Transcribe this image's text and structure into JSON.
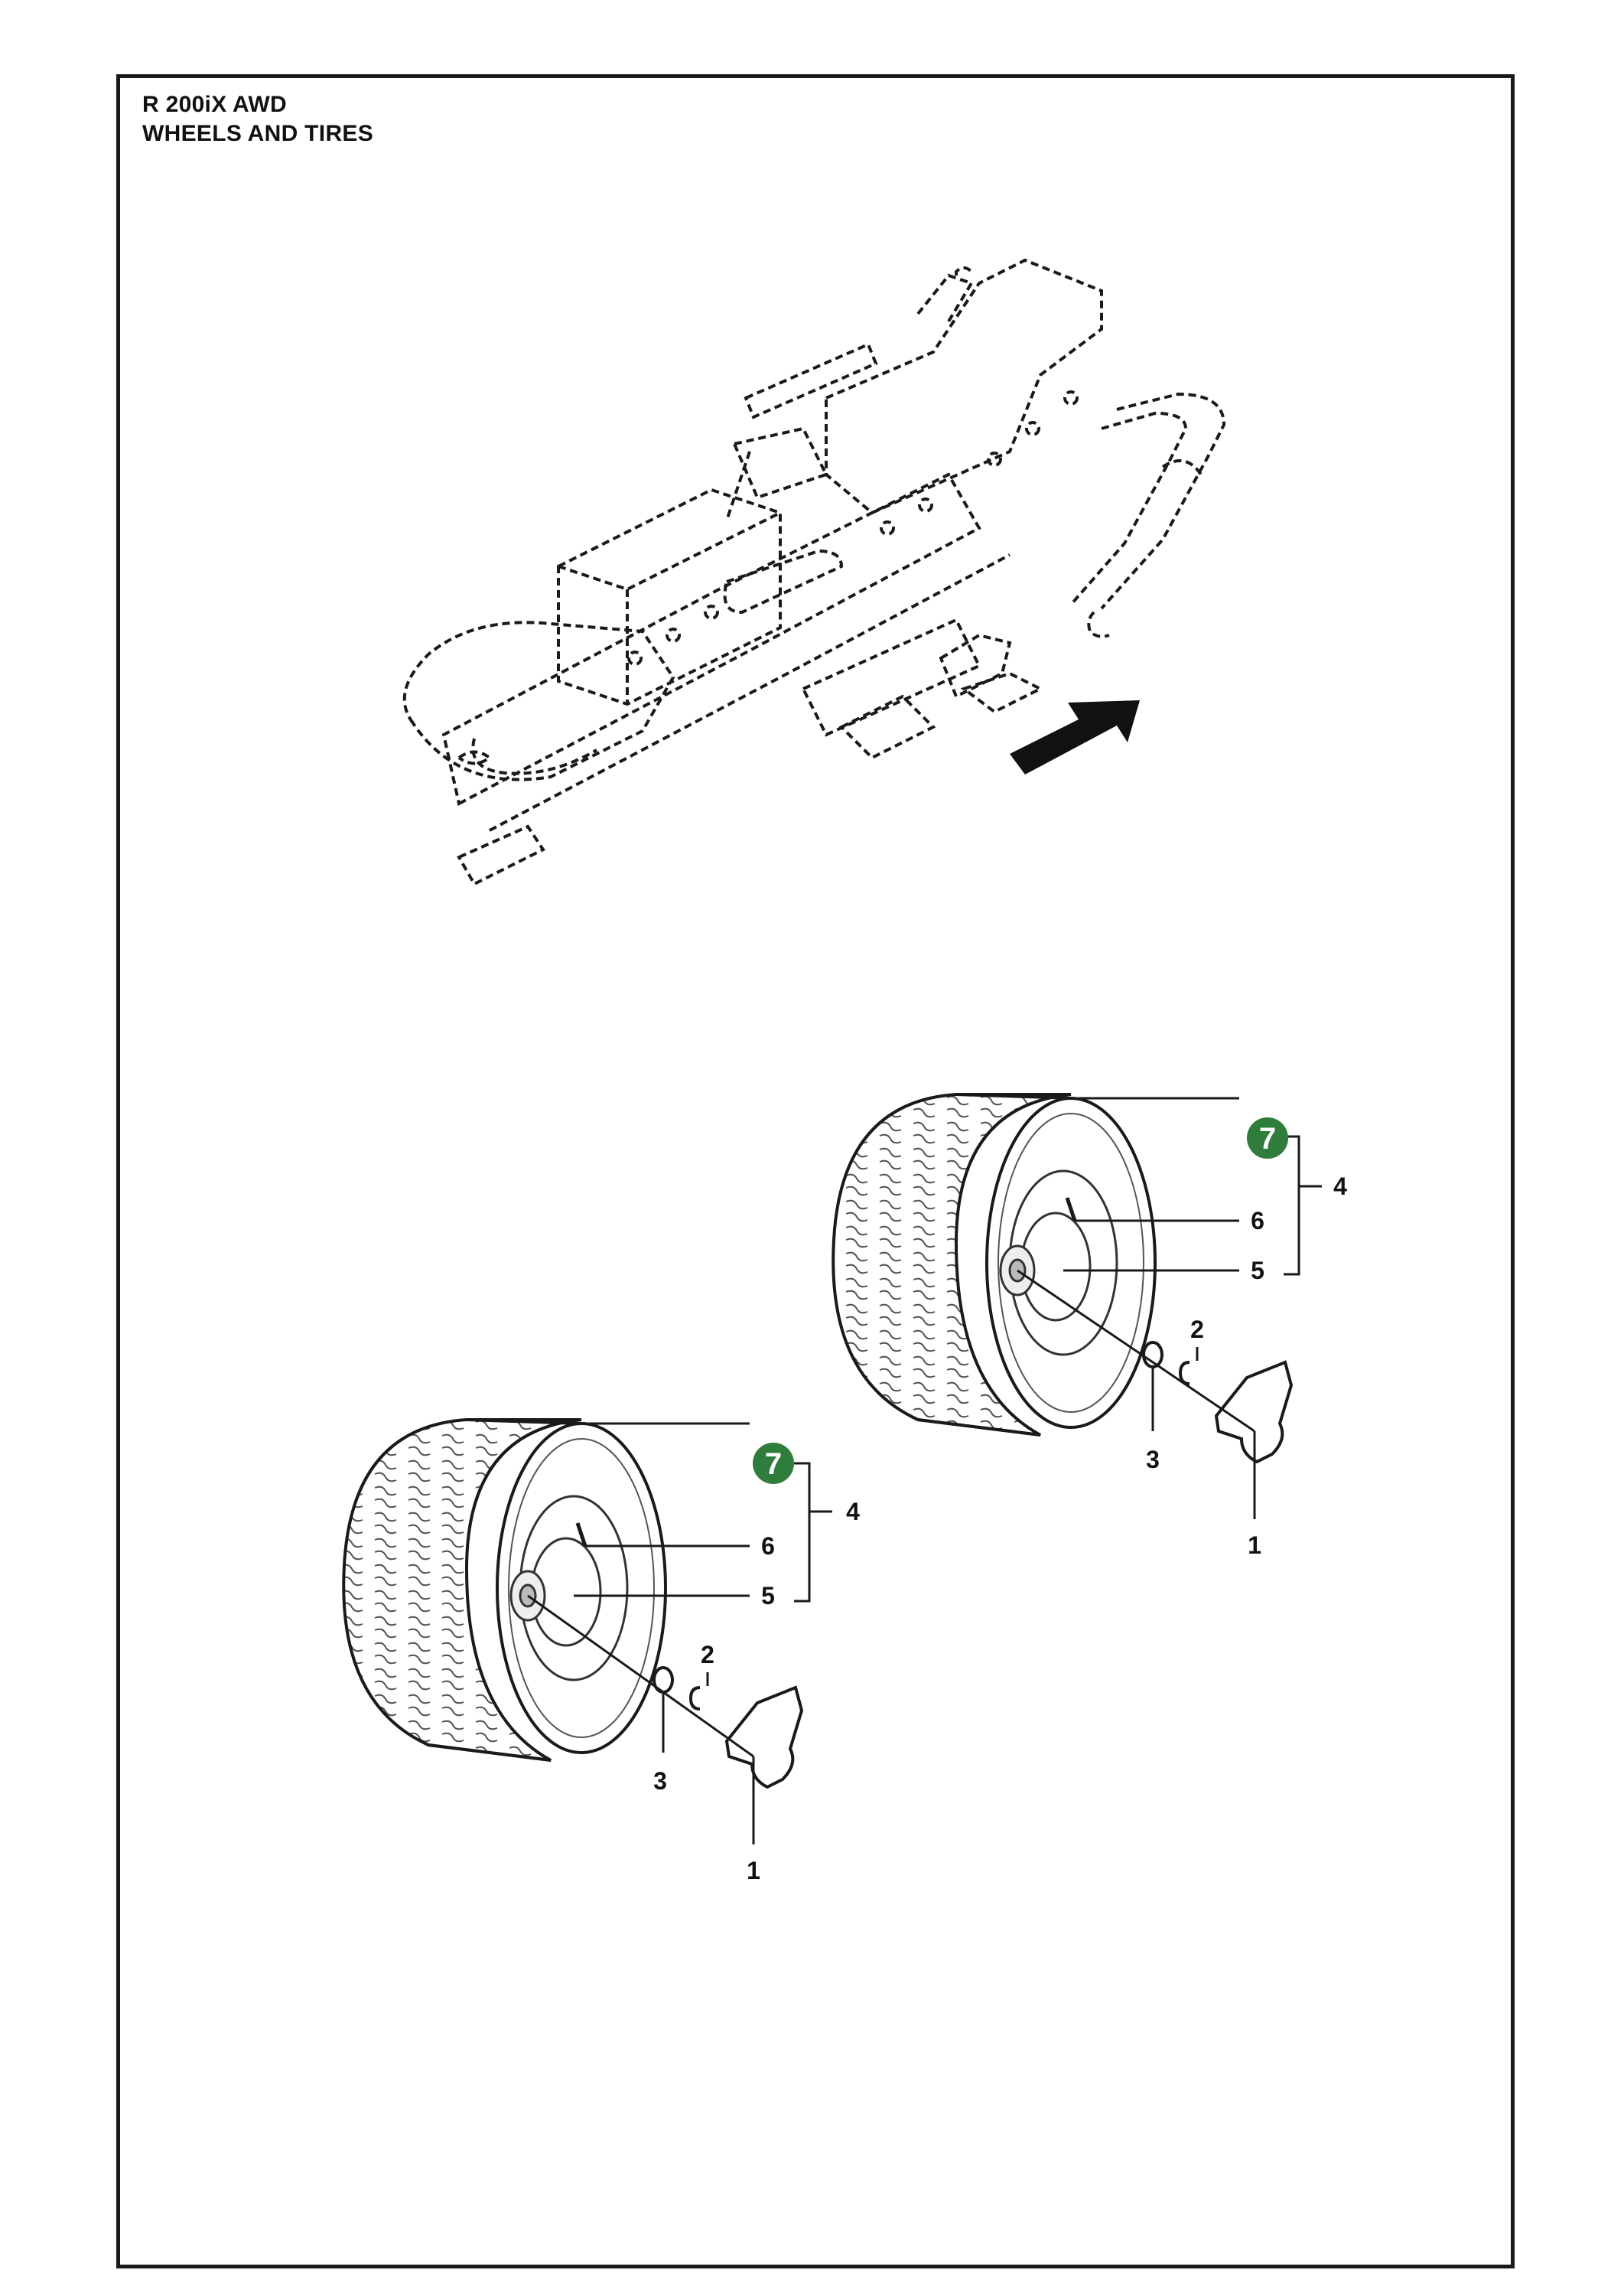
{
  "header": {
    "model": "R 200iX AWD",
    "section": "WHEELS AND TIRES"
  },
  "colors": {
    "badge": "#2f7d3a",
    "line": "#1a1a1a",
    "arrow": "#111111"
  },
  "icons": {
    "direction": "arrow-icon",
    "new_part": "new-part-badge-icon"
  },
  "assemblies": [
    {
      "name": "right-wheel",
      "labels": {
        "cap": "1",
        "clip": "2",
        "washer": "3",
        "wheel_set": "4",
        "rim": "5",
        "valve": "6",
        "tire": "7"
      }
    },
    {
      "name": "left-wheel",
      "labels": {
        "cap": "1",
        "clip": "2",
        "washer": "3",
        "wheel_set": "4",
        "rim": "5",
        "valve": "6",
        "tire": "7"
      }
    }
  ]
}
